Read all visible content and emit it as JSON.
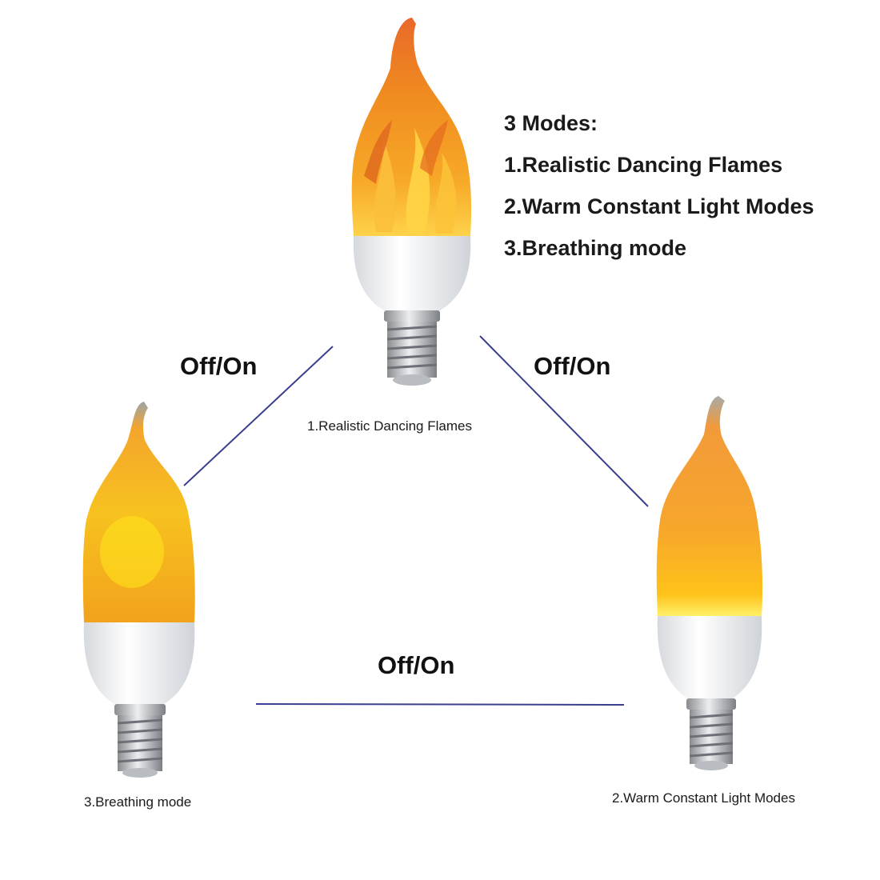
{
  "modes_heading": "3 Modes:",
  "modes_list": [
    "1.Realistic Dancing Flames",
    "2.Warm Constant Light Modes",
    "3.Breathing mode"
  ],
  "toggle_labels": {
    "left": "Off/On",
    "right": "Off/On",
    "bottom": "Off/On"
  },
  "captions": {
    "top": "1.Realistic Dancing Flames",
    "left": "3.Breathing mode",
    "right": "2.Warm Constant Light Modes"
  },
  "colors": {
    "connector": "#3b3f8f",
    "flame_orange": "#f59a23",
    "flame_yellow": "#ffd21a",
    "base_white": "#eef0f2"
  },
  "icons": {
    "bulb": "flame-led-candle-bulb-icon"
  }
}
